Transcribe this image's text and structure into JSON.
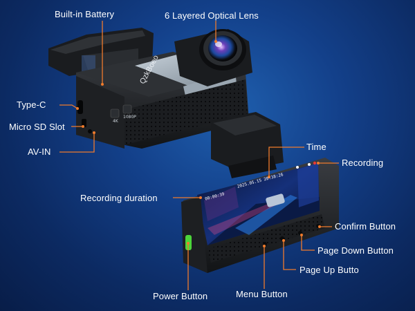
{
  "labels": {
    "battery": "Built-in Battery",
    "lens": "6 Layered Optical Lens",
    "type_c": "Type-C",
    "micro_sd": "Micro SD Slot",
    "av_in": "AV-IN",
    "time": "Time",
    "recording": "Recording",
    "recording_duration": "Recording duration",
    "confirm": "Confirm Button",
    "page_down": "Page Down Button",
    "page_up": "Page Up Butto",
    "power": "Power Button",
    "menu": "Menu Button"
  },
  "device": {
    "brand": "QzkBoeo",
    "badge_left": "4K",
    "badge_right": "1080P"
  },
  "screen": {
    "timestamp": "2025.05.15 20:38:26",
    "duration": "00:00:39"
  },
  "colors": {
    "leader": "#f07b2c",
    "background": "#0e3272",
    "power_button": "#4cd53a"
  }
}
